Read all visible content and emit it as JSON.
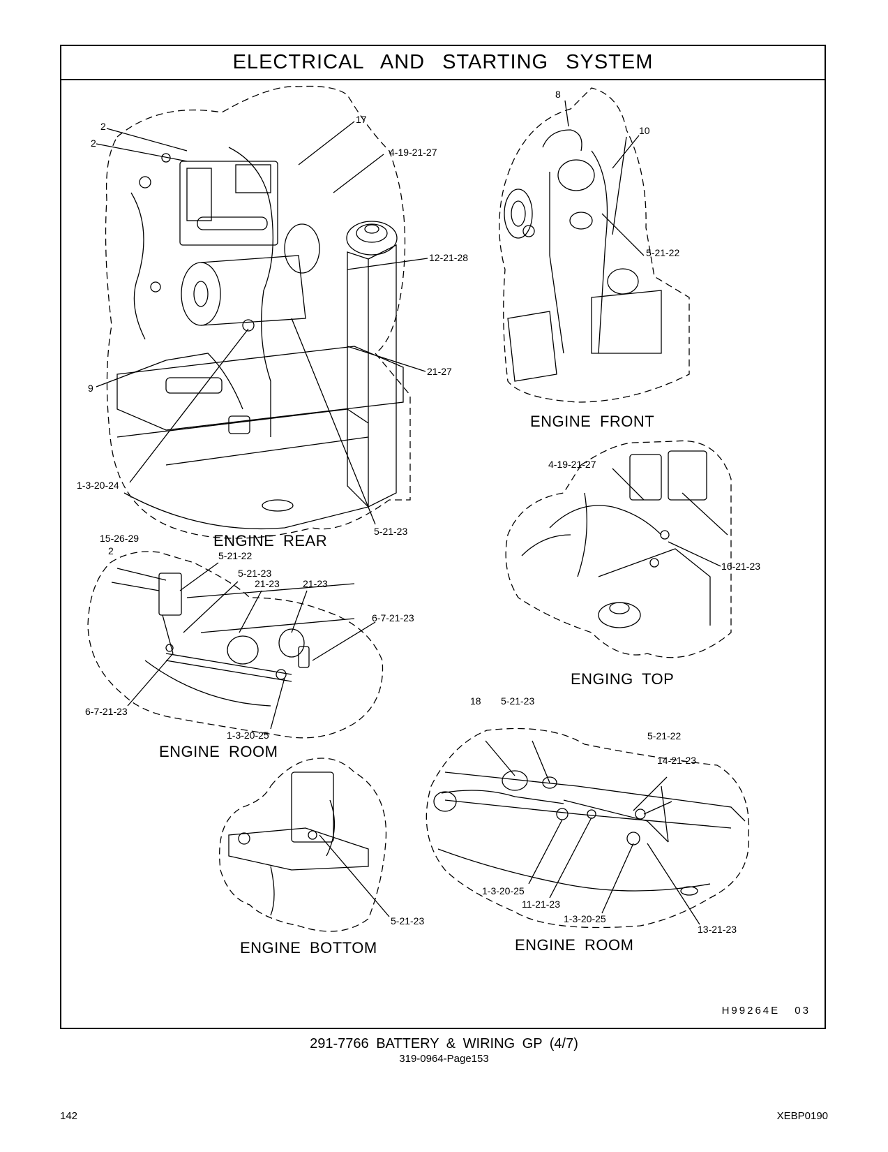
{
  "title": "ELECTRICAL AND STARTING SYSTEM",
  "views": {
    "engine_rear": "ENGINE REAR",
    "engine_front": "ENGINE FRONT",
    "engine_top": "ENGING TOP",
    "engine_room_left": "ENGINE ROOM",
    "engine_bottom": "ENGINE BOTTOM",
    "engine_room_right": "ENGINE ROOM"
  },
  "callouts": {
    "rear": [
      "2",
      "2",
      "17",
      "4-19-21-27",
      "12-21-28",
      "21-27",
      "9",
      "1-3-20-24",
      "5-21-23"
    ],
    "front": [
      "8",
      "10",
      "5-21-22"
    ],
    "top": [
      "4-19-21-27",
      "16-21-23"
    ],
    "room_left": [
      "15-26-29",
      "2",
      "5-21-22",
      "5-21-23",
      "21-23",
      "21-23",
      "6-7-21-23",
      "6-7-21-23",
      "1-3-20-25"
    ],
    "bottom": [
      "5-21-23"
    ],
    "room_right": [
      "18",
      "5-21-23",
      "5-21-22",
      "14-21-23",
      "1-3-20-25",
      "11-21-23",
      "1-3-20-25",
      "13-21-23"
    ]
  },
  "illustration_code": "H99264E 03",
  "footer": {
    "main": "291-7766 BATTERY & WIRING GP (4/7)",
    "sub": "319-0964-Page153"
  },
  "page_number": "142",
  "document_code": "XEBP0190"
}
